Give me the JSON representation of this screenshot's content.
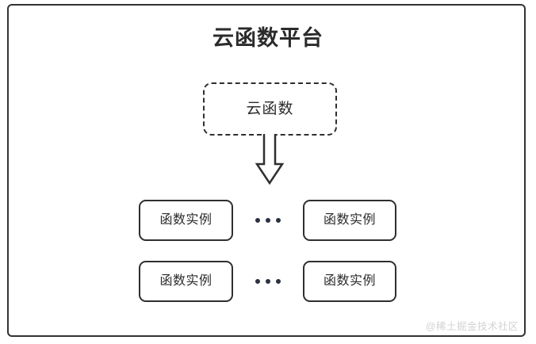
{
  "diagram": {
    "title": "云函数平台",
    "colors": {
      "stroke": "#333333",
      "text": "#2b2b2b",
      "background": "#ffffff",
      "dot": "#2a3140",
      "watermark": "#d2d2d2"
    },
    "cloud_function": {
      "label": "云函数",
      "border_style": "dashed"
    },
    "arrow": {
      "direction": "down",
      "style": "hollow-block-arrow"
    },
    "instance_rows": [
      {
        "left": {
          "label": "函数实例"
        },
        "separator": "...",
        "right": {
          "label": "函数实例"
        }
      },
      {
        "left": {
          "label": "函数实例"
        },
        "separator": "...",
        "right": {
          "label": "函数实例"
        }
      }
    ],
    "watermark": "@稀土掘金技术社区"
  }
}
